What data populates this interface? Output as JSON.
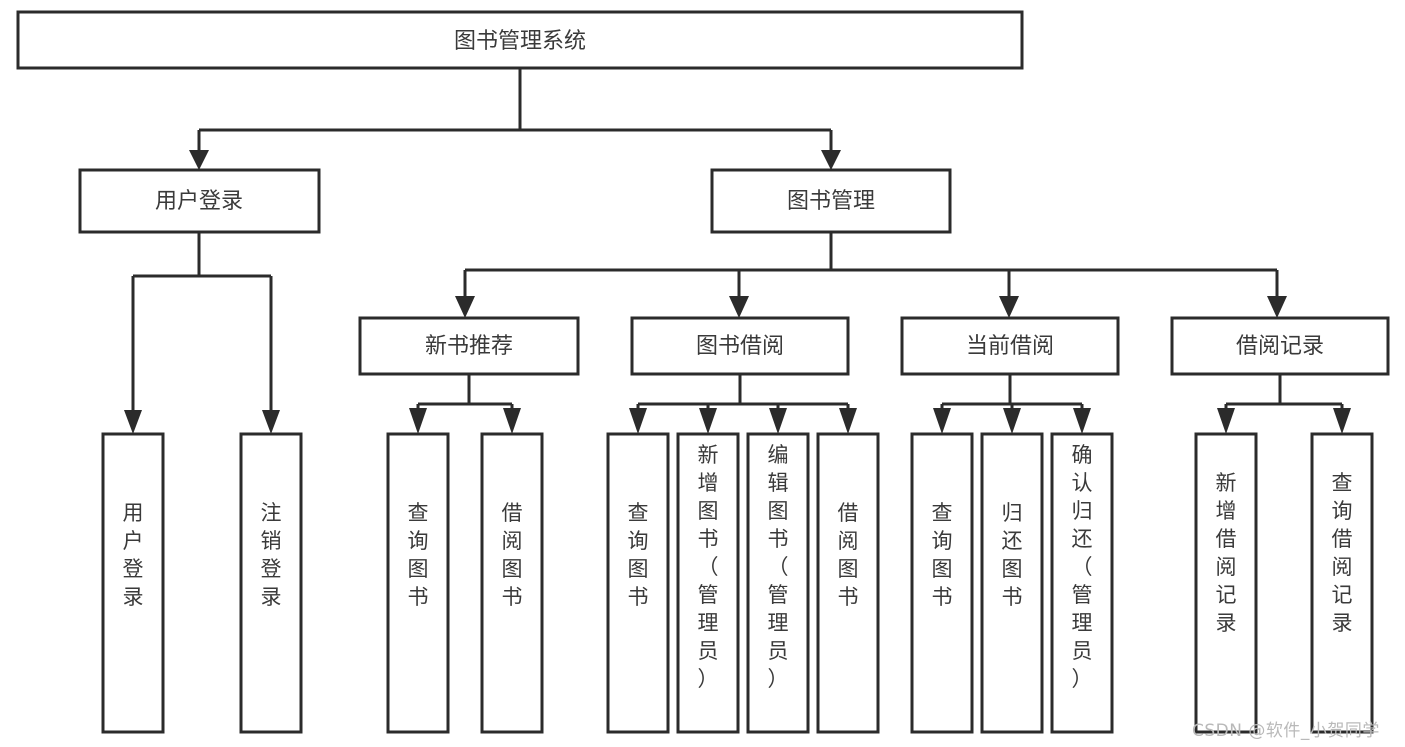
{
  "diagram": {
    "type": "tree-hierarchy",
    "title": "图书管理系统",
    "root": {
      "id": "root",
      "label": "图书管理系统"
    },
    "level2": [
      {
        "id": "user-login",
        "label": "用户登录"
      },
      {
        "id": "book-manage",
        "label": "图书管理"
      }
    ],
    "level3": [
      {
        "id": "new-book-rec",
        "label": "新书推荐",
        "parent": "book-manage"
      },
      {
        "id": "book-borrow",
        "label": "图书借阅",
        "parent": "book-manage"
      },
      {
        "id": "current-borrow",
        "label": "当前借阅",
        "parent": "book-manage"
      },
      {
        "id": "borrow-record",
        "label": "借阅记录",
        "parent": "book-manage"
      }
    ],
    "leaves": [
      {
        "id": "leaf-user-login",
        "label": "用户登录",
        "parent": "user-login"
      },
      {
        "id": "leaf-user-logout",
        "label": "注销登录",
        "parent": "user-login"
      },
      {
        "id": "leaf-rec-query",
        "label": "查询图书",
        "parent": "new-book-rec"
      },
      {
        "id": "leaf-rec-borrow",
        "label": "借阅图书",
        "parent": "new-book-rec"
      },
      {
        "id": "leaf-borrow-query",
        "label": "查询图书",
        "parent": "book-borrow"
      },
      {
        "id": "leaf-borrow-add",
        "label": "新增图书（管理员）",
        "parent": "book-borrow"
      },
      {
        "id": "leaf-borrow-edit",
        "label": "编辑图书（管理员）",
        "parent": "book-borrow"
      },
      {
        "id": "leaf-borrow-lend",
        "label": "借阅图书",
        "parent": "book-borrow"
      },
      {
        "id": "leaf-cur-query",
        "label": "查询图书",
        "parent": "current-borrow"
      },
      {
        "id": "leaf-cur-return",
        "label": "归还图书",
        "parent": "current-borrow"
      },
      {
        "id": "leaf-cur-confirm",
        "label": "确认归还（管理员）",
        "parent": "current-borrow"
      },
      {
        "id": "leaf-rec-add",
        "label": "新增借阅记录",
        "parent": "borrow-record"
      },
      {
        "id": "leaf-rec-search",
        "label": "查询借阅记录",
        "parent": "borrow-record"
      }
    ],
    "colors": {
      "box_fill": "#ffffff",
      "box_stroke": "#2b2b2b",
      "text": "#3a3a3a",
      "watermark": "#b9b9b9",
      "background": "#ffffff"
    }
  },
  "watermark": {
    "text": "CSDN @软件_小贺同学"
  }
}
